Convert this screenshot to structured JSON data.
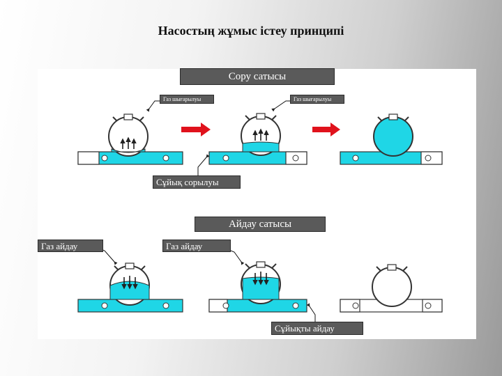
{
  "title": "Насостың жұмыс істеу принципі",
  "stages": {
    "suction": {
      "title": "Сору сатысы",
      "gas_label_1": "Газ шығарылуы",
      "gas_label_2": "Газ шығарылуы",
      "liquid_label": "Сұйық сорылуы"
    },
    "discharge": {
      "title": "Айдау сатысы",
      "gas_label_1": "Газ айдау",
      "gas_label_2": "Газ айдау",
      "liquid_label": "Сұйықты айдау"
    }
  },
  "colors": {
    "liquid": "#1fd6e6",
    "arrow": "#e0121c",
    "label_bg": "#5a5a5a",
    "outline": "#333333"
  }
}
